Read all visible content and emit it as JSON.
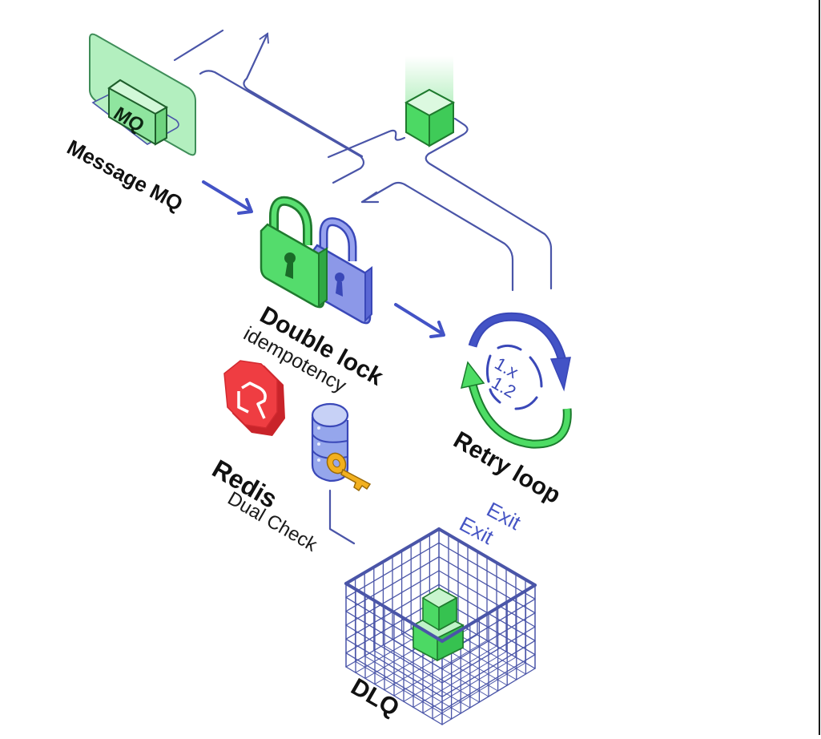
{
  "diagram": {
    "colors": {
      "line": "#4a55a8",
      "arrow": "#4353c6",
      "green_fill": "#4cd964",
      "green_light": "#c9f5cf",
      "green_stroke": "#1f7a2e",
      "blue_fill": "#8c98e8",
      "blue_stroke": "#3a48b8",
      "redis_red": "#e8383d",
      "key_gold": "#f2b01e"
    },
    "nodes": {
      "mq": {
        "icon_label": "MQ",
        "title": "Message MQ"
      },
      "lock": {
        "title": "Double lock",
        "subtitle": "idempotency"
      },
      "redis": {
        "title": "Redis",
        "subtitle": "Dual Check"
      },
      "retry": {
        "title": "Retry loop",
        "counter_lines": [
          "1.x",
          "1.2"
        ]
      },
      "exits": [
        "Exit",
        "Exit"
      ],
      "dlq": {
        "title": "DLQ"
      }
    },
    "icons": [
      "message-queue-icon",
      "padlock-green-icon",
      "padlock-blue-icon",
      "redis-logo-icon",
      "database-key-icon",
      "retry-cycle-icon",
      "message-cube-icon",
      "dead-letter-cage-icon"
    ]
  }
}
